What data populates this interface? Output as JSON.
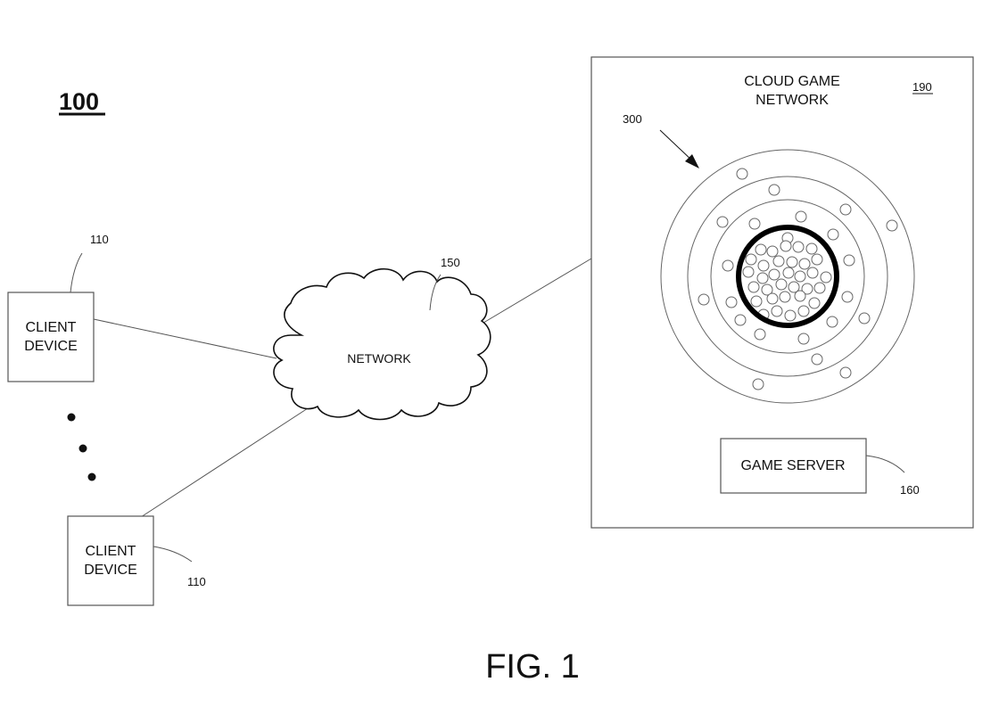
{
  "figure": {
    "reference_number": "100",
    "caption": "FIG. 1"
  },
  "client_devices": [
    {
      "label_line1": "CLIENT",
      "label_line2": "DEVICE",
      "ref": "110"
    },
    {
      "label_line1": "CLIENT",
      "label_line2": "DEVICE",
      "ref": "110"
    }
  ],
  "network": {
    "label": "NETWORK",
    "ref": "150"
  },
  "cloud_game_network": {
    "title_line1": "CLOUD GAME",
    "title_line2": "NETWORK",
    "ref": "190",
    "cluster_ref": "300"
  },
  "game_server": {
    "label": "GAME SERVER",
    "ref": "160"
  },
  "colors": {
    "line": "#555555",
    "text": "#111111",
    "background": "#ffffff"
  }
}
